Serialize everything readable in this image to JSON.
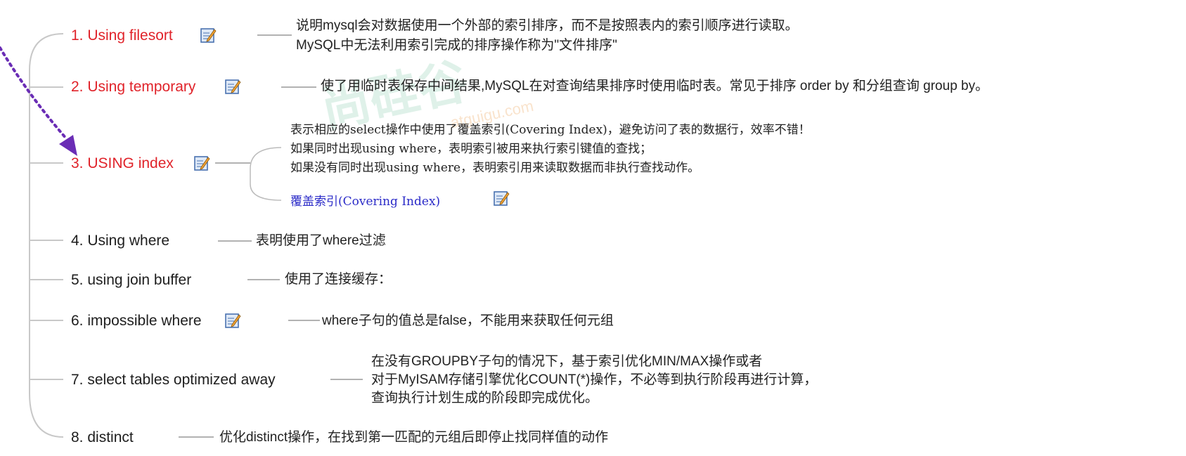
{
  "watermark": {
    "text": "尚硅谷",
    "sub": "atguigu.com"
  },
  "items": [
    {
      "label": "1. Using filesort",
      "desc": [
        "说明mysql会对数据使用一个外部的索引排序，而不是按照表内的索引顺序进行读取。",
        "MySQL中无法利用索引完成的排序操作称为\"文件排序\""
      ]
    },
    {
      "label": "2. Using temporary",
      "desc": [
        "使了用临时表保存中间结果,MySQL在对查询结果排序时使用临时表。常见于排序 order by 和分组查询 group by。"
      ]
    },
    {
      "label": "3. USING index",
      "desc": [
        "表示相应的select操作中使用了覆盖索引(Covering Index)，避免访问了表的数据行，效率不错！",
        "如果同时出现using where，表明索引被用来执行索引键值的查找；",
        "如果没有同时出现using where，表明索引用来读取数据而非执行查找动作。"
      ],
      "sub": "覆盖索引(Covering Index)"
    },
    {
      "label": "4. Using where",
      "desc": [
        "表明使用了where过滤"
      ]
    },
    {
      "label": "5. using join buffer",
      "desc": [
        "使用了连接缓存："
      ]
    },
    {
      "label": "6. impossible where",
      "desc": [
        "where子句的值总是false，不能用来获取任何元组"
      ]
    },
    {
      "label": "7. select tables optimized away",
      "desc": [
        "在没有GROUPBY子句的情况下，基于索引优化MIN/MAX操作或者",
        "对于MyISAM存储引擎优化COUNT(*)操作，不必等到执行阶段再进行计算，",
        "查询执行计划生成的阶段即完成优化。"
      ]
    },
    {
      "label": "8. distinct",
      "desc": [
        "优化distinct操作，在找到第一匹配的元组后即停止找同样值的动作"
      ]
    }
  ],
  "colors": {
    "highlight": "#e0232a",
    "normal": "#1e1e1e",
    "arrow": "#6a2db5",
    "link": "#2b2bc8"
  }
}
